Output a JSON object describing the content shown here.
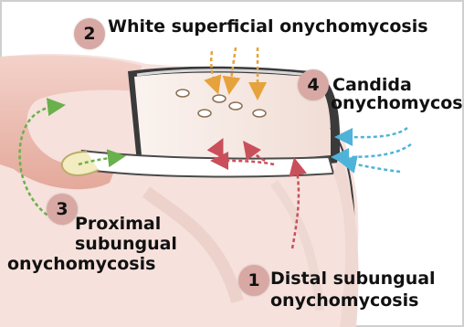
{
  "labels": [
    {
      "number": "2",
      "text": "White superficial onychomycosis"
    },
    {
      "number": "4",
      "line1": "Candida",
      "line2": "onychomycosis"
    },
    {
      "number": "3",
      "line1": "Proximal",
      "line2": "subungual",
      "line3": "onychomycosis"
    },
    {
      "number": "1",
      "line1": "Distal subungual",
      "line2": "onychomycosis"
    }
  ],
  "colors": {
    "white_superficial": "#e6a23c",
    "candida": "#4fb3d9",
    "proximal": "#6ab04c",
    "distal": "#c9505a",
    "badge": "#d8a9a4",
    "skin": "#e9b9ae",
    "nail_bed": "#f5dcd6"
  }
}
